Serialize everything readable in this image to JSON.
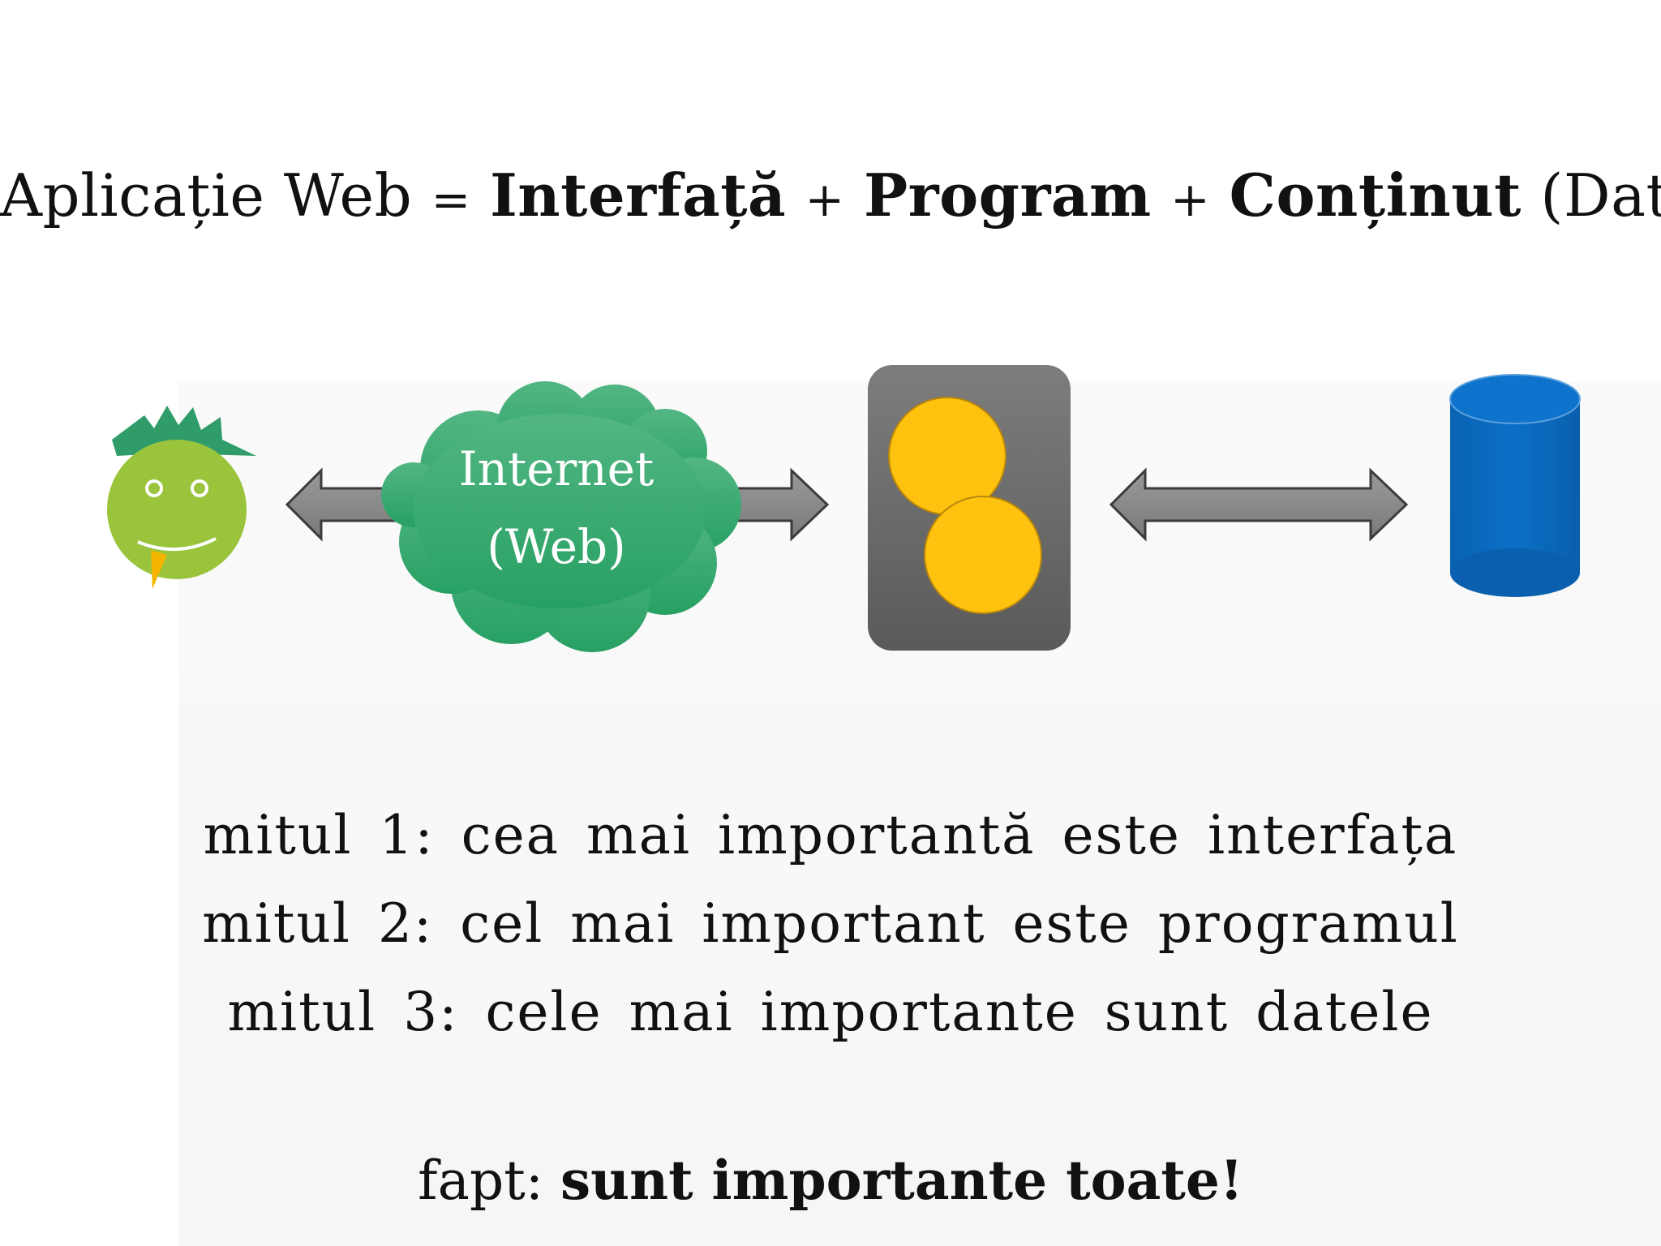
{
  "title": {
    "part1": "Aplicație Web",
    "eq": "=",
    "part2": "Interfață",
    "plus1": "+",
    "part3": "Program",
    "plus2": "+",
    "part4": "Conținut",
    "part5": "(Date)"
  },
  "diagram": {
    "cloud_line1": "Internet",
    "cloud_line2": "(Web)",
    "colors": {
      "user_face": "#9ac43c",
      "user_spikes": "#2f9c6a",
      "cloud": "#3aa874",
      "arrow_fill": "#8a8a8a",
      "server_body": "#6e6e6e",
      "server_disk": "#ffc20e",
      "database": "#0b6cc0"
    },
    "icons": [
      "user-avatar-icon",
      "internet-cloud-icon",
      "server-program-icon",
      "database-icon"
    ]
  },
  "myths": [
    "mitul 1: cea mai importantă este interfața",
    "mitul 2: cel mai important este programul",
    "mitul 3: cele mai importante sunt datele"
  ],
  "fact": {
    "label": "fapt:",
    "text": "sunt importante toate!"
  }
}
